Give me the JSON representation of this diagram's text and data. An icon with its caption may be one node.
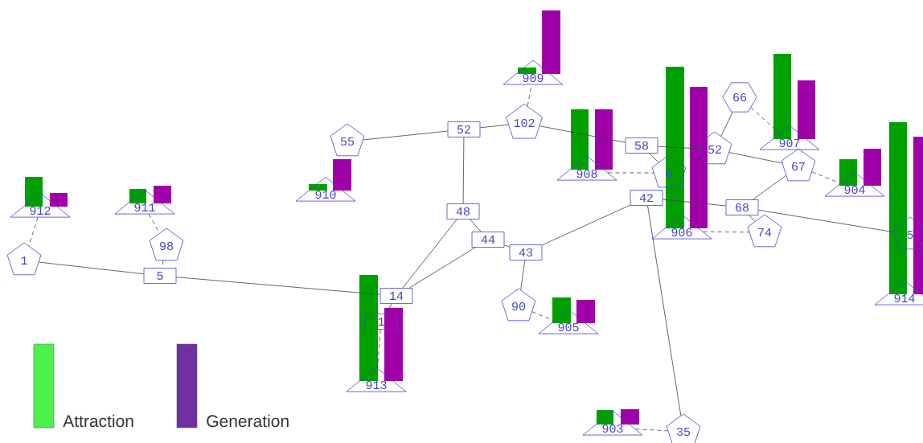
{
  "diagram": {
    "nodes": [
      {
        "text": [
          "912"
        ]
      },
      {
        "text": [
          "911"
        ]
      },
      {
        "text": [
          "910"
        ]
      },
      {
        "text": [
          "909"
        ]
      },
      {
        "text": [
          "908"
        ]
      },
      {
        "text": [
          "906"
        ]
      },
      {
        "text": [
          "907"
        ]
      },
      {
        "text": [
          "904"
        ]
      },
      {
        "text": [
          "914"
        ]
      },
      {
        "text": [
          "913"
        ]
      },
      {
        "text": [
          "905"
        ]
      },
      {
        "text": [
          "903"
        ]
      },
      {
        "text": [
          "1"
        ]
      },
      {
        "text": [
          "98"
        ]
      },
      {
        "text": [
          "55"
        ]
      },
      {
        "text": [
          "102"
        ]
      },
      {
        "text": [
          "6"
        ]
      },
      {
        "text": [
          "52"
        ]
      },
      {
        "text": [
          "66"
        ]
      },
      {
        "text": [
          "67"
        ]
      },
      {
        "text": [
          "74"
        ]
      },
      {
        "text": [
          "90"
        ]
      },
      {
        "text": [
          "35"
        ]
      },
      {
        "text": [
          "5"
        ]
      },
      {
        "text": [
          "5"
        ]
      },
      {
        "text": [
          "52"
        ]
      },
      {
        "text": [
          "48"
        ]
      },
      {
        "text": [
          "44"
        ]
      },
      {
        "text": [
          "43"
        ]
      },
      {
        "text": [
          "14"
        ]
      },
      {
        "text": [
          "1"
        ]
      },
      {
        "text": [
          "58"
        ]
      },
      {
        "text": [
          "42"
        ]
      },
      {
        "text": [
          "68"
        ]
      }
    ],
    "edges": [
      {
        "from": 0,
        "to": 12,
        "arrow": "none",
        "style": "dashed"
      },
      {
        "from": 1,
        "to": 13,
        "arrow": "none",
        "style": "dashed"
      },
      {
        "from": 13,
        "to": 24,
        "arrow": "none",
        "style": "dashed"
      },
      {
        "from": 12,
        "to": 24,
        "arrow": "none"
      },
      {
        "from": 24,
        "to": 29,
        "arrow": "none"
      },
      {
        "from": 14,
        "to": 25,
        "arrow": "none"
      },
      {
        "from": 25,
        "to": 15,
        "arrow": "none"
      },
      {
        "from": 15,
        "to": 3,
        "arrow": "none",
        "style": "dashed"
      },
      {
        "from": 15,
        "to": 31,
        "arrow": "none"
      },
      {
        "from": 25,
        "to": 26,
        "arrow": "none"
      },
      {
        "from": 26,
        "to": 29,
        "arrow": "none"
      },
      {
        "from": 26,
        "to": 27,
        "arrow": "none"
      },
      {
        "from": 29,
        "to": 27,
        "arrow": "none"
      },
      {
        "from": 27,
        "to": 28,
        "arrow": "none"
      },
      {
        "from": 28,
        "to": 32,
        "arrow": "none"
      },
      {
        "from": 28,
        "to": 21,
        "arrow": "none"
      },
      {
        "from": 21,
        "to": 10,
        "arrow": "none",
        "style": "dashed"
      },
      {
        "from": 32,
        "to": 22,
        "arrow": "none"
      },
      {
        "from": 11,
        "to": 22,
        "arrow": "none",
        "style": "dashed"
      },
      {
        "from": 31,
        "to": 16,
        "arrow": "none"
      },
      {
        "from": 31,
        "to": 17,
        "arrow": "none"
      },
      {
        "from": 4,
        "to": 16,
        "arrow": "none",
        "style": "dashed"
      },
      {
        "from": 17,
        "to": 18,
        "arrow": "none"
      },
      {
        "from": 18,
        "to": 6,
        "arrow": "none",
        "style": "dashed"
      },
      {
        "from": 17,
        "to": 19,
        "arrow": "none"
      },
      {
        "from": 19,
        "to": 7,
        "arrow": "none",
        "style": "dashed"
      },
      {
        "from": 19,
        "to": 33,
        "arrow": "none"
      },
      {
        "from": 32,
        "to": 33,
        "arrow": "none"
      },
      {
        "from": 33,
        "to": 20,
        "arrow": "none"
      },
      {
        "from": 5,
        "to": 20,
        "arrow": "none",
        "style": "dashed"
      },
      {
        "from": 33,
        "to": 23,
        "arrow": "none"
      },
      {
        "from": 29,
        "to": 30,
        "arrow": "none"
      },
      {
        "from": 30,
        "to": 9,
        "arrow": "none",
        "style": "dashed"
      }
    ],
    "legend": [
      {
        "text": "Attraction",
        "color": "#4cf04c"
      },
      {
        "text": "Generation",
        "color": "#7030a0"
      }
    ]
  }
}
